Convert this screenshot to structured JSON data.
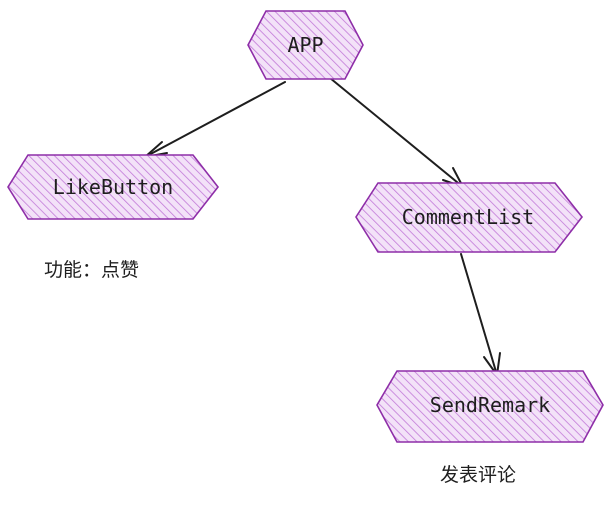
{
  "colors": {
    "node_fill": "#d7a6e9",
    "node_stroke": "#8e2ea8",
    "edge": "#1e1e1e",
    "text": "#1e1e1e"
  },
  "nodes": {
    "app": {
      "label": "APP"
    },
    "like_button": {
      "label": "LikeButton"
    },
    "comment_list": {
      "label": "CommentList"
    },
    "send_remark": {
      "label": "SendRemark"
    }
  },
  "notes": {
    "like_button": "功能：点赞",
    "send_remark": "发表评论"
  },
  "edges": [
    {
      "from": "APP",
      "to": "LikeButton"
    },
    {
      "from": "APP",
      "to": "CommentList"
    },
    {
      "from": "CommentList",
      "to": "SendRemark"
    }
  ]
}
